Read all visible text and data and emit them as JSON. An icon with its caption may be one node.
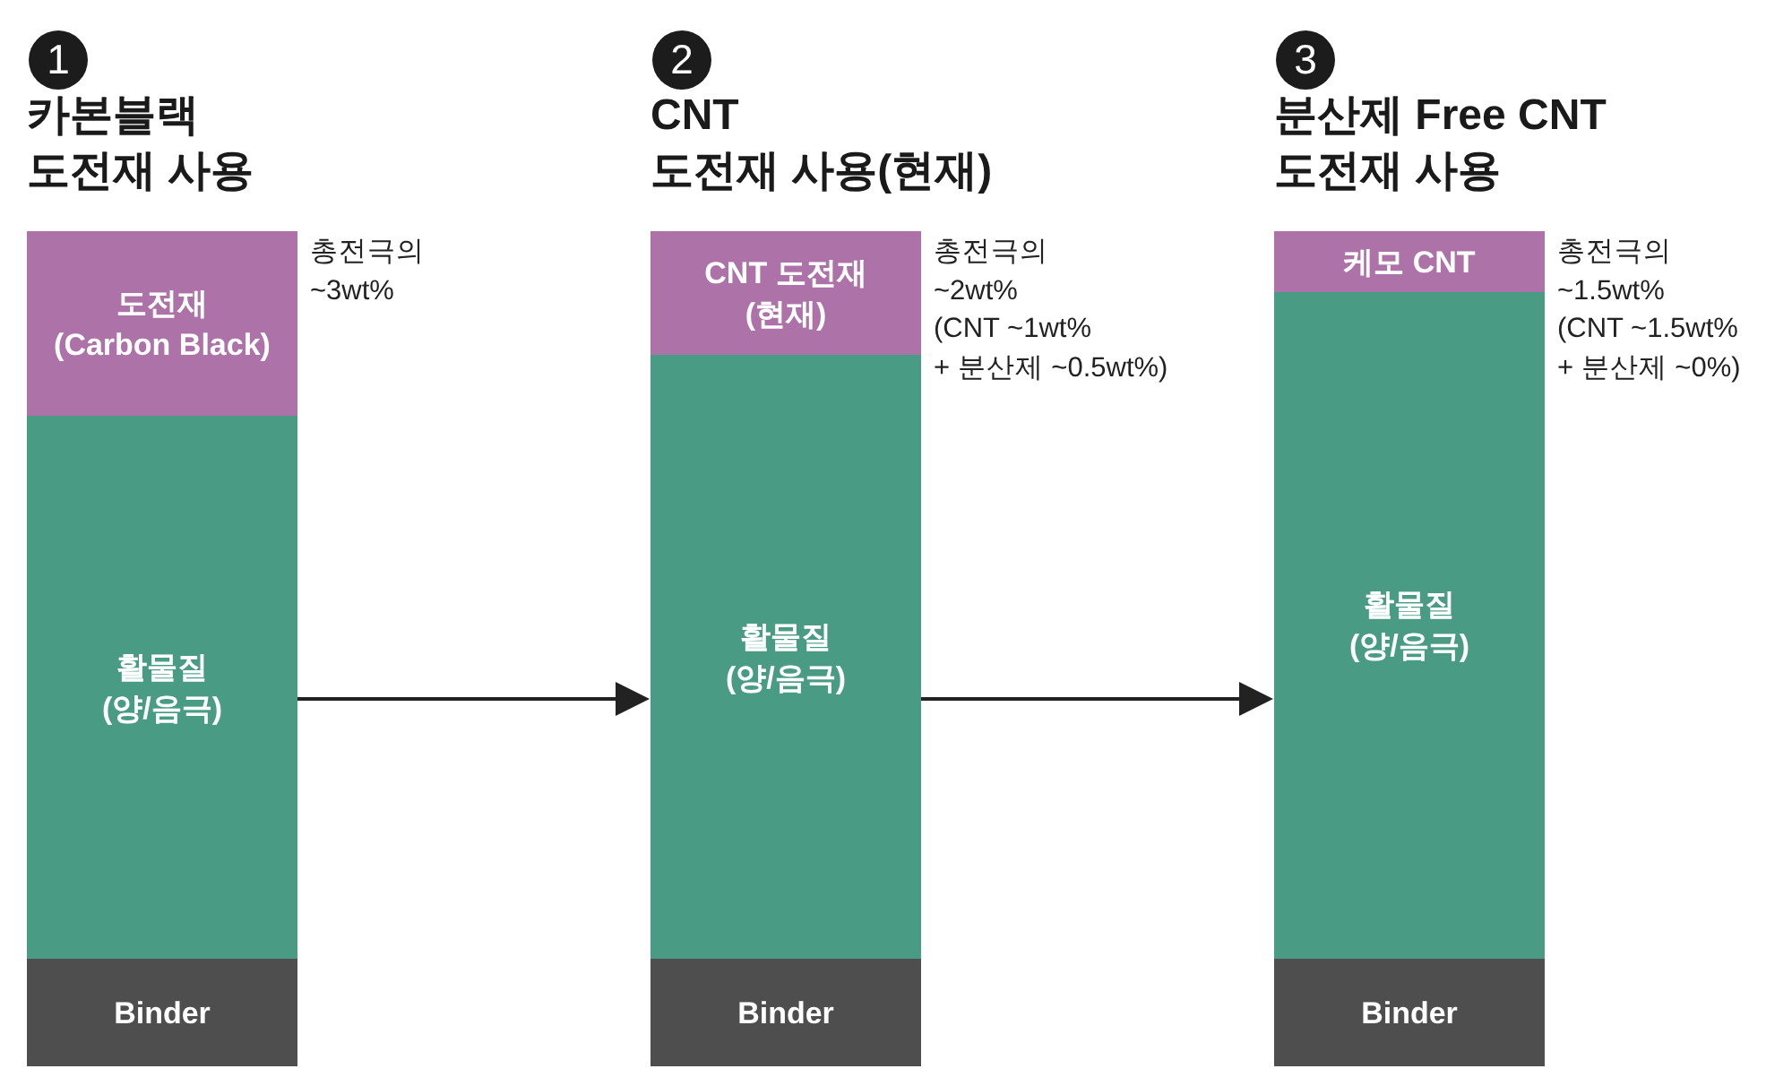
{
  "diagram": {
    "nodes": [
      {
        "text": [
          "1",
          "카본블랙 도전재 사용"
        ]
      },
      {
        "text": [
          "도전재 (Carbon Black)"
        ],
        "in": 0,
        "beside": [
          "총전극의 ~3wt%"
        ]
      },
      {
        "text": [
          "활물질 (양/음극)"
        ],
        "in": 0
      },
      {
        "text": [
          "Binder"
        ],
        "in": 0
      },
      {
        "text": [
          "2",
          "CNT 도전재 사용(현재)"
        ]
      },
      {
        "text": [
          "CNT 도전재 (현재)"
        ],
        "in": 4,
        "beside": [
          "총전극의 ~2wt% (CNT ~1wt% + 분산제 ~0.5wt%)"
        ]
      },
      {
        "text": [
          "활물질 (양/음극)"
        ],
        "in": 4
      },
      {
        "text": [
          "Binder"
        ],
        "in": 4
      },
      {
        "text": [
          "3",
          "분산제 Free CNT 도전재 사용"
        ]
      },
      {
        "text": [
          "케모 CNT"
        ],
        "in": 8,
        "beside": [
          "총전극의 ~1.5wt% (CNT ~1.5wt% + 분산제 ~0%)"
        ]
      },
      {
        "text": [
          "활물질 (양/음극)"
        ],
        "in": 8
      },
      {
        "text": [
          "Binder"
        ],
        "in": 8
      }
    ],
    "edges": [
      {
        "from": 0,
        "to": 4,
        "arrow": "to"
      },
      {
        "from": 4,
        "to": 8,
        "arrow": "to"
      }
    ]
  }
}
